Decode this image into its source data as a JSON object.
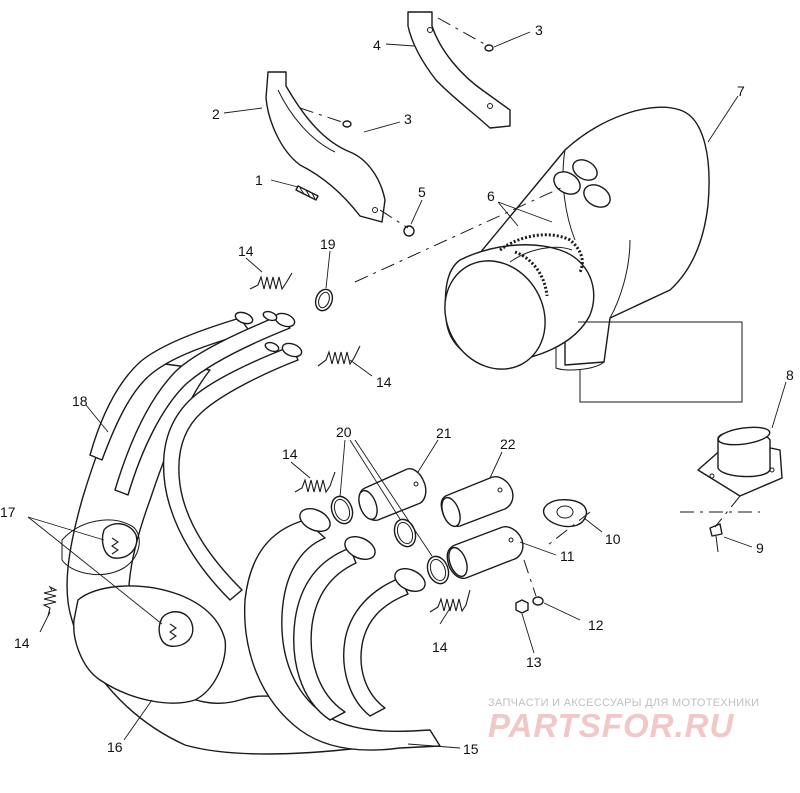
{
  "callouts": {
    "c1": "1",
    "c2": "2",
    "c3a": "3",
    "c3b": "3",
    "c4": "4",
    "c5": "5",
    "c6": "6",
    "c7": "7",
    "c8": "8",
    "c9": "9",
    "c10": "10",
    "c11": "11",
    "c12": "12",
    "c13": "13",
    "c14a": "14",
    "c14b": "14",
    "c14c": "14",
    "c14d": "14",
    "c14e": "14",
    "c15": "15",
    "c16": "16",
    "c17": "17",
    "c18": "18",
    "c19": "19",
    "c20": "20",
    "c21": "21",
    "c22": "22"
  },
  "watermark": {
    "caption": "ЗАПЧАСТИ И АКСЕССУАРЫ ДЛЯ МОТОТЕХНИКИ",
    "logo": "PARTSFOR.RU"
  }
}
